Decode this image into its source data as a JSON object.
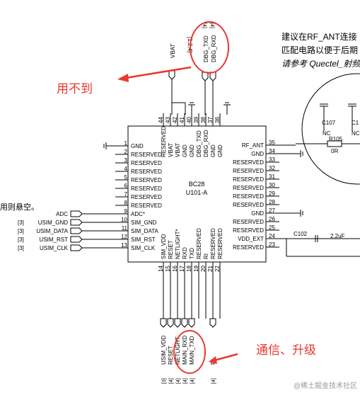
{
  "top_note": {
    "lines": [
      "建议在RF_ANT连接",
      "匹配电路以便于后期",
      "请参考 Quectel_射频"
    ]
  },
  "left_note": "用则悬空。",
  "chip": {
    "name": "BC28",
    "ref": "U101-A"
  },
  "top_nets": {
    "vbat": "VBAT",
    "vbat_ref": "[1,2,4]",
    "dbg_txd": "DBG_TXD",
    "dbg_rxd": "DBG_RXD",
    "dbg_ref": "[4]",
    "dbg_ref2": "[4]"
  },
  "top_pins": [
    {
      "num": "44",
      "name": "RESERVED"
    },
    {
      "num": "43",
      "name": "VBAT"
    },
    {
      "num": "42",
      "name": "VBAT"
    },
    {
      "num": "41",
      "name": "GND"
    },
    {
      "num": "40",
      "name": "GND"
    },
    {
      "num": "39",
      "name": "DBG_TXD"
    },
    {
      "num": "38",
      "name": "DBG_RXD"
    },
    {
      "num": "37",
      "name": "GND"
    },
    {
      "num": "36",
      "name": "GND"
    }
  ],
  "left_pins": [
    {
      "num": "1",
      "name": "GND"
    },
    {
      "num": "2",
      "name": "RESERVED"
    },
    {
      "num": "3",
      "name": "RESERVED"
    },
    {
      "num": "4",
      "name": "RESERVED"
    },
    {
      "num": "5",
      "name": "RESERVED"
    },
    {
      "num": "6",
      "name": "RESERVED"
    },
    {
      "num": "7",
      "name": "RESERVED"
    },
    {
      "num": "8",
      "name": "RESERVED"
    },
    {
      "num": "9",
      "name": "ADC*"
    },
    {
      "num": "10",
      "name": "SIM_GND"
    },
    {
      "num": "11",
      "name": "SIM_DATA"
    },
    {
      "num": "12",
      "name": "SIM_RST"
    },
    {
      "num": "13",
      "name": "SIM_CLK"
    }
  ],
  "right_pins": [
    {
      "num": "35",
      "name": "RF_ANT"
    },
    {
      "num": "34",
      "name": "GND"
    },
    {
      "num": "33",
      "name": "RESERVED"
    },
    {
      "num": "32",
      "name": "RESERVED"
    },
    {
      "num": "31",
      "name": "RESERVED"
    },
    {
      "num": "30",
      "name": "RESERVED"
    },
    {
      "num": "29",
      "name": "RESERVED"
    },
    {
      "num": "28",
      "name": "RESERVED"
    },
    {
      "num": "27",
      "name": "GND"
    },
    {
      "num": "26",
      "name": "RESERVED"
    },
    {
      "num": "25",
      "name": "RESERVED"
    },
    {
      "num": "24",
      "name": "VDD_EXT"
    },
    {
      "num": "23",
      "name": "RESERVED"
    }
  ],
  "bottom_pins": [
    {
      "num": "14",
      "name": "SIM_VDD"
    },
    {
      "num": "15",
      "name": "RESET"
    },
    {
      "num": "16",
      "name": "NETLIGHT*"
    },
    {
      "num": "17",
      "name": "RXD"
    },
    {
      "num": "18",
      "name": "TXD"
    },
    {
      "num": "19",
      "name": "RESERVED"
    },
    {
      "num": "20",
      "name": "RI"
    },
    {
      "num": "21",
      "name": "RESERVED"
    },
    {
      "num": "22",
      "name": "RESERVED"
    }
  ],
  "left_nets": [
    {
      "ref": "",
      "name": "ADC"
    },
    {
      "ref": "[3]",
      "name": "USIM_GND"
    },
    {
      "ref": "[3]",
      "name": "USIM_DATA"
    },
    {
      "ref": "[3]",
      "name": "USIM_RST"
    },
    {
      "ref": "[3]",
      "name": "USIM_CLK"
    }
  ],
  "bottom_nets": [
    {
      "name": "USIM_VDD",
      "ref": "[3]"
    },
    {
      "name": "RESET",
      "ref": "[4]"
    },
    {
      "name": "NETLIGHT",
      "ref": "[4]"
    },
    {
      "name": "MAIN_RXD",
      "ref": "[4]"
    },
    {
      "name": "MAIN_TXD",
      "ref": "[4]"
    },
    {
      "name": "RI",
      "ref": "[4]"
    }
  ],
  "rf": {
    "c107": "C107",
    "c1": "C1",
    "nc1": "NC",
    "nc2": "NC",
    "r105": "R105",
    "r105_val": "0R"
  },
  "vdd_cap": {
    "name": "C102",
    "value": "2.2uF"
  },
  "annotations": {
    "unused": "用不到",
    "comm": "通信、升级",
    "color": "#e8382f"
  },
  "watermark": "@稀土掘金技术社区"
}
